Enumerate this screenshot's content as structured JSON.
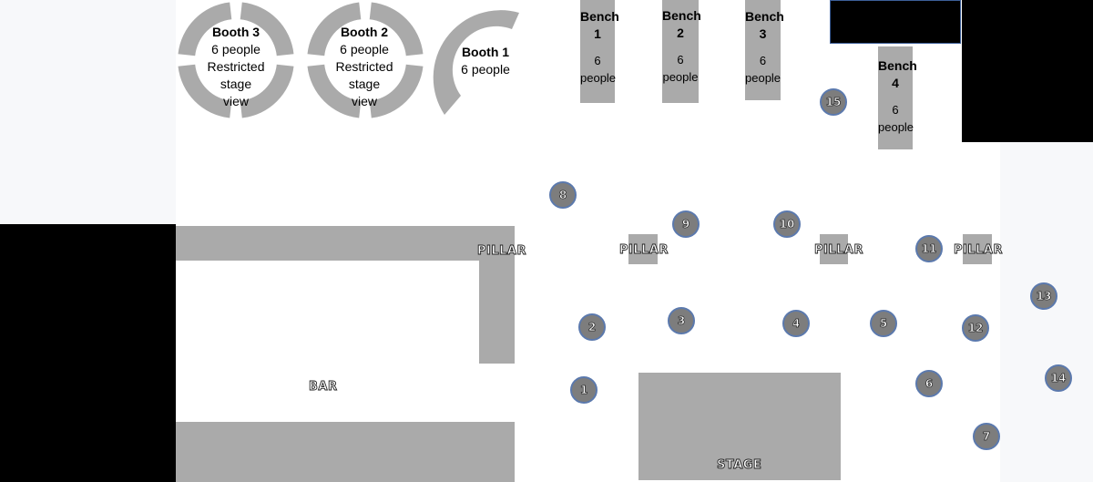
{
  "booths": [
    {
      "name": "Booth 3",
      "capacity": "6 people",
      "note_line1": "Restricted",
      "note_line2": "stage",
      "note_line3": "view"
    },
    {
      "name": "Booth 2",
      "capacity": "6 people",
      "note_line1": "Restricted",
      "note_line2": "stage",
      "note_line3": "view"
    },
    {
      "name": "Booth 1",
      "capacity": "6 people"
    }
  ],
  "benches": [
    {
      "name_line1": "Bench",
      "name_line2": "1",
      "cap_line1": "6",
      "cap_line2": "people"
    },
    {
      "name_line1": "Bench",
      "name_line2": "2",
      "cap_line1": "6",
      "cap_line2": "people"
    },
    {
      "name_line1": "Bench",
      "name_line2": "3",
      "cap_line1": "6",
      "cap_line2": "people"
    },
    {
      "name_line1": "Bench",
      "name_line2": "4",
      "cap_line1": "6",
      "cap_line2": "people"
    }
  ],
  "pillar_label": "PILLAR",
  "bar_label": "BAR",
  "stage_label": "STAGE",
  "tables": {
    "t1": "1",
    "t2": "2",
    "t3": "3",
    "t4": "4",
    "t5": "5",
    "t6": "6",
    "t7": "7",
    "t8": "8",
    "t9": "9",
    "t10": "10",
    "t11": "11",
    "t12": "12",
    "t13": "13",
    "t14": "14",
    "t15": "15"
  },
  "colors": {
    "furniture": "#aaaaaa",
    "table_fill": "#7d7d7d",
    "table_border": "#5b79ad",
    "blocked": "#000000",
    "outside": "#f7f8fa"
  }
}
